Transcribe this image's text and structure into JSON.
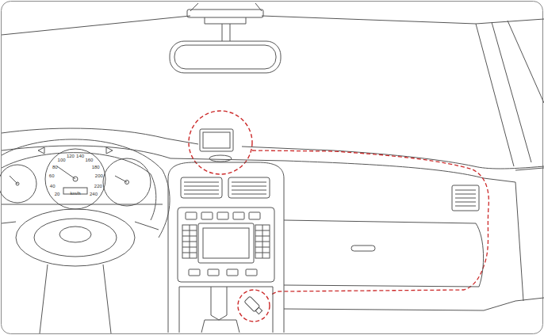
{
  "diagram": {
    "labels": [
      "20",
      "40",
      "60",
      "80",
      "100",
      "120",
      "140",
      "160",
      "180",
      "200",
      "220",
      "240",
      "km/h"
    ]
  }
}
